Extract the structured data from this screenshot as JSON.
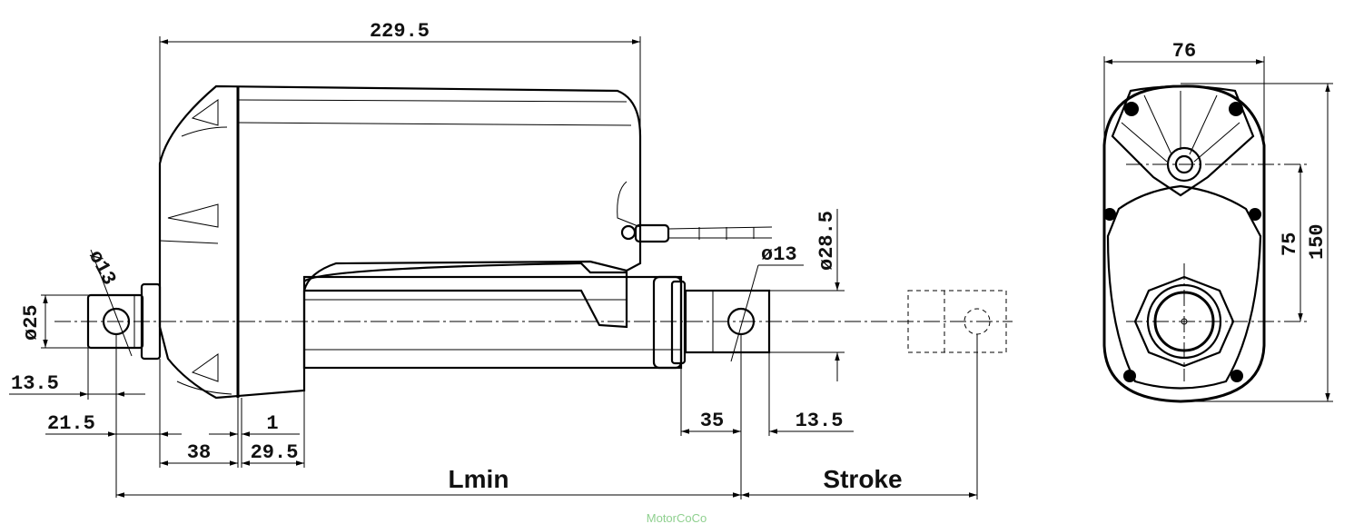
{
  "drawing": {
    "side_view": {
      "dim_total_length": "229.5",
      "dim_rear_hole_dia": "ø13",
      "dim_rear_boss_dia": "ø25",
      "dim_rear_offset_a": "13.5",
      "dim_rear_offset_b": "21.5",
      "dim_38": "38",
      "dim_1": "1",
      "dim_29_5": "29.5",
      "dim_35": "35",
      "dim_front_offset": "13.5",
      "dim_front_hole_dia": "ø13",
      "dim_rod_dia": "ø28.5",
      "label_lmin": "Lmin",
      "label_stroke": "Stroke"
    },
    "end_view": {
      "dim_width": "76",
      "dim_center_height": "75",
      "dim_total_height": "150"
    },
    "watermark": "MotorCoCo"
  }
}
